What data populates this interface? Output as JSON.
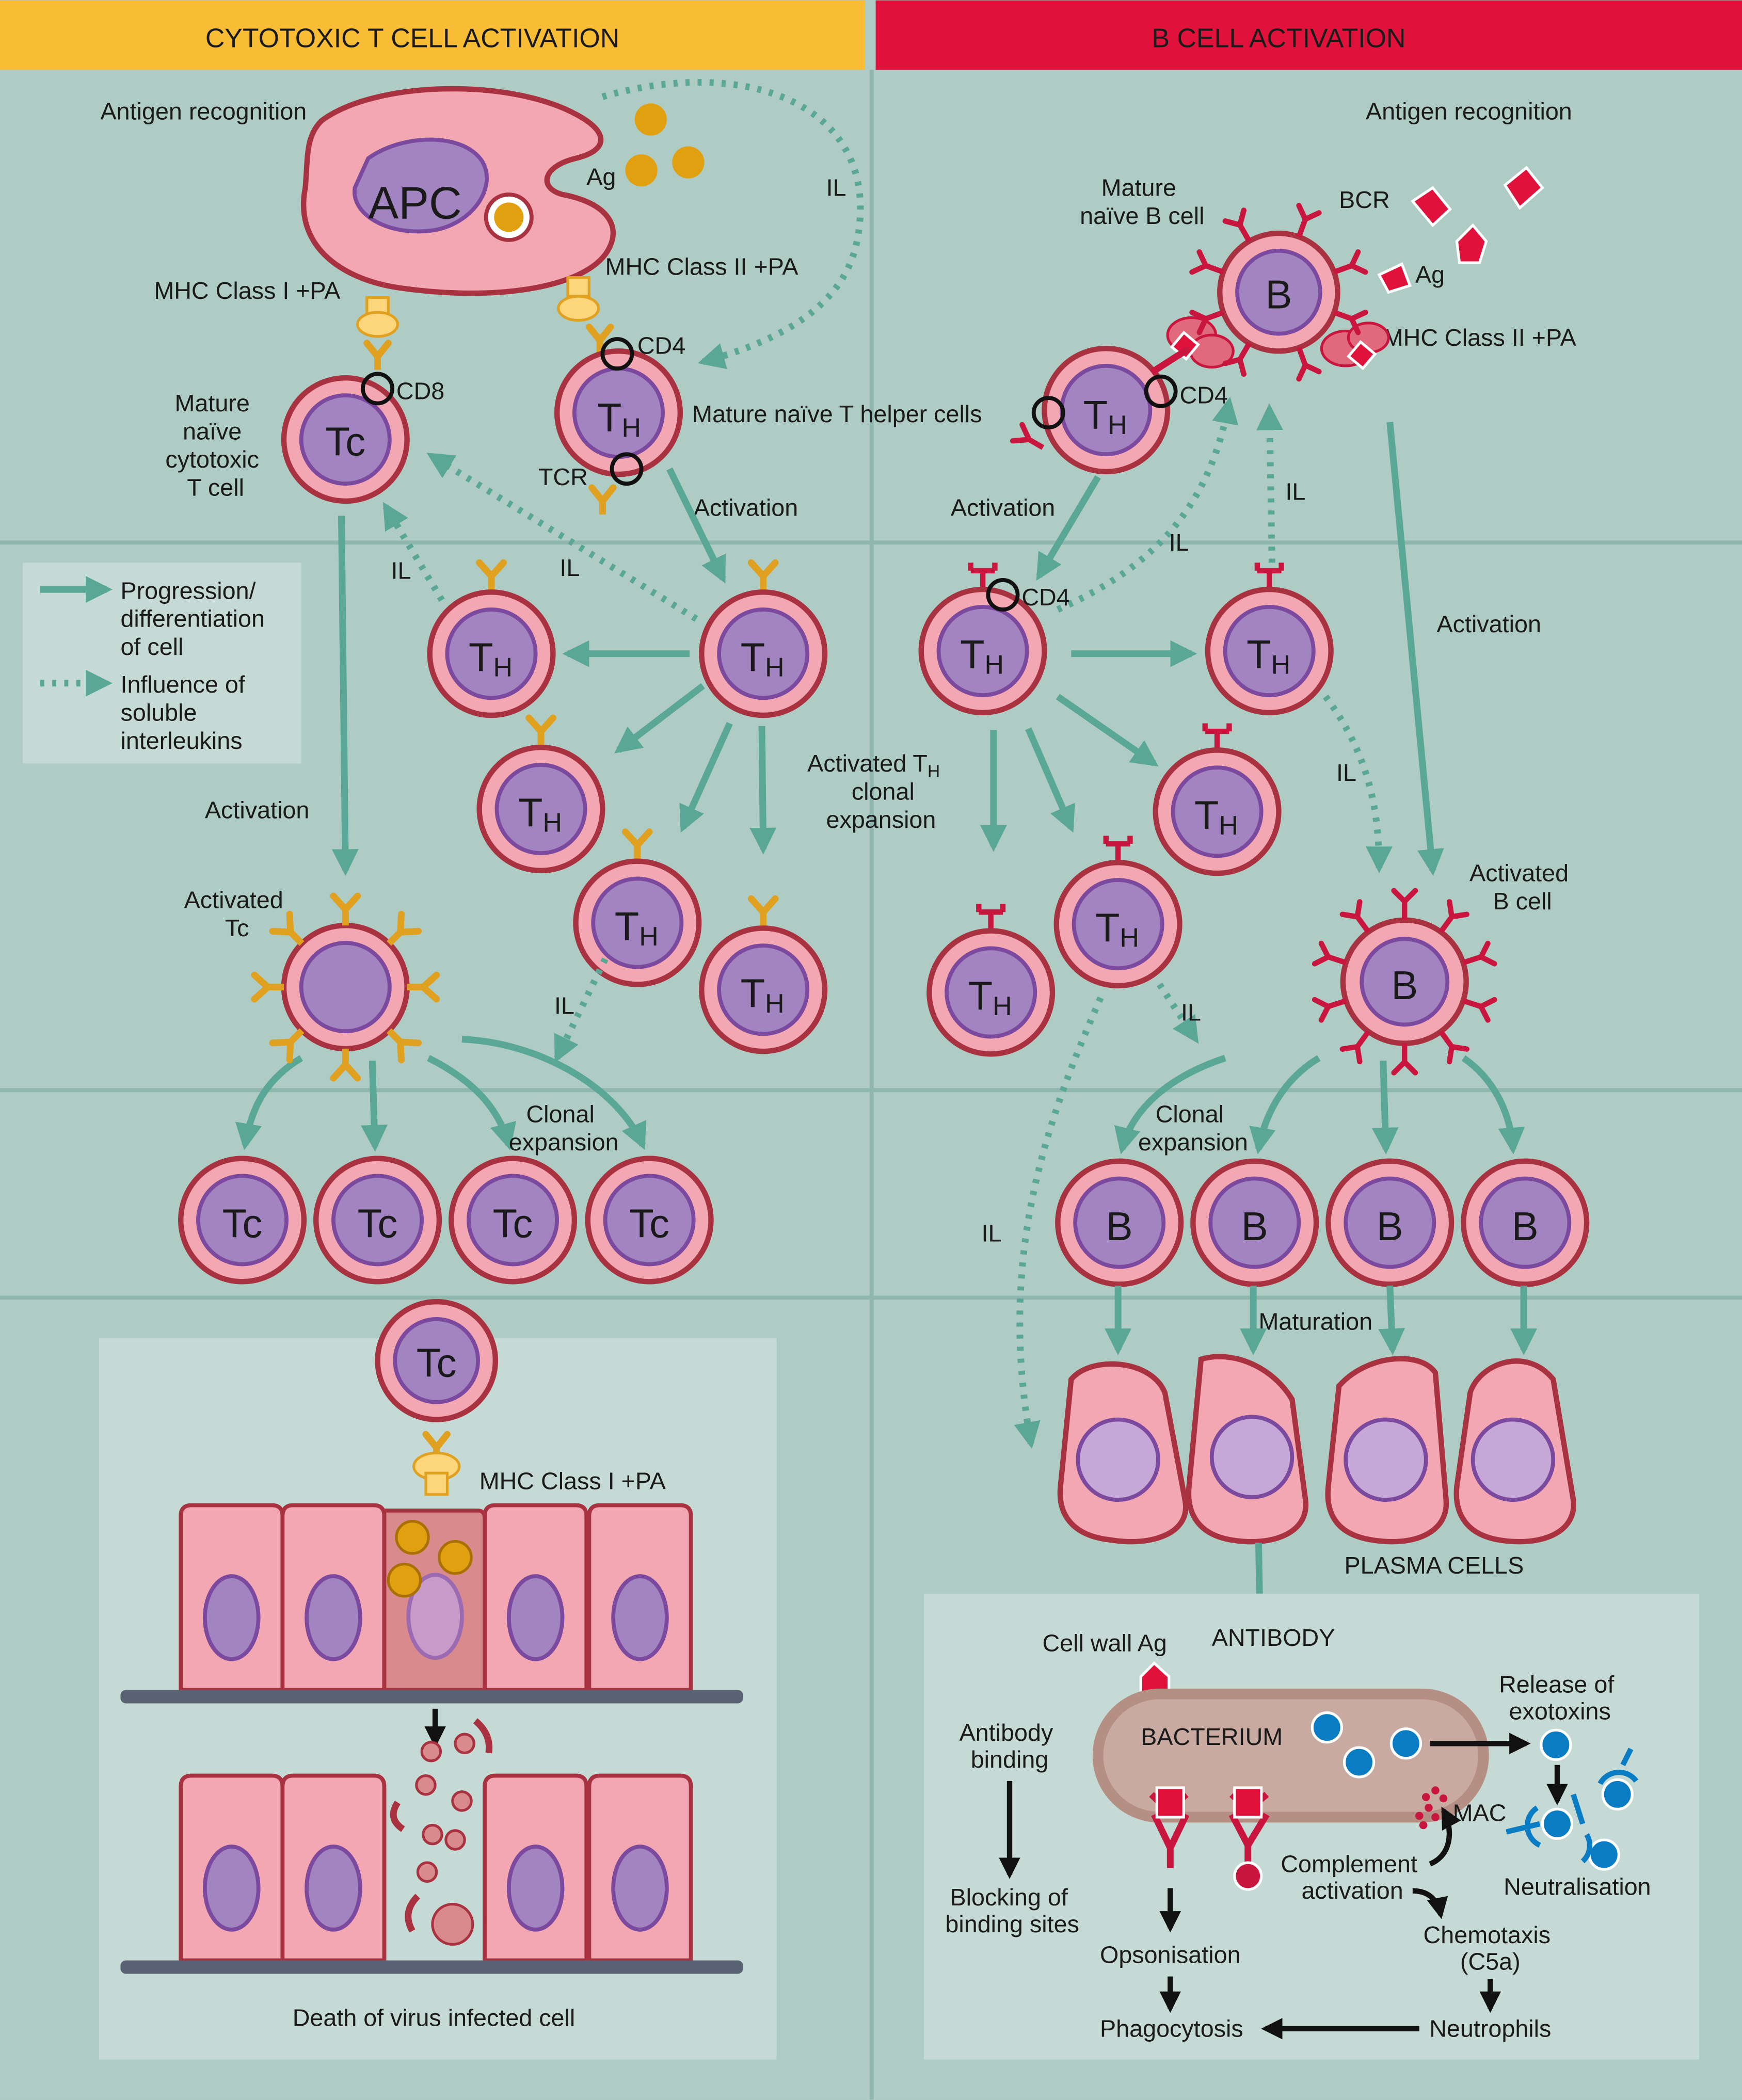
{
  "headers": {
    "left": "CYTOTOXIC T CELL ACTIVATION",
    "right": "B CELL ACTIVATION"
  },
  "colors": {
    "left_header": "#f9bd35",
    "right_header": "#e0123c",
    "panel_bg": "#aecbc4",
    "divider": "#8fb7ae",
    "cell_fill": "#f2a7b2",
    "cell_edge": "#a8323f",
    "nucleus": "#a184c0",
    "nucleus_edge": "#7b4a9e",
    "arrow": "#5aa796",
    "tc_receptor": "#e0a020",
    "b_receptor": "#c9163e",
    "antigen_ball": "#e0a010",
    "bacterium": "#c9aaa1",
    "exotoxin": "#0a7cc4"
  },
  "left": {
    "antigen_recognition": "Antigen recognition",
    "apc": "APC",
    "ag": "Ag",
    "il": "IL",
    "mhc1": "MHC Class I +PA",
    "mhc2": "MHC Class II +PA",
    "cd4": "CD4",
    "cd8": "CD8",
    "tcr": "TCR",
    "mature_tc": [
      "Mature",
      "naïve",
      "cytotoxic",
      "T cell"
    ],
    "mature_th": "Mature naïve T helper cells",
    "activation": "Activation",
    "activated_tc": [
      "Activated",
      "Tc"
    ],
    "clonal": [
      "Clonal",
      "expansion"
    ],
    "tc_symbol": "Tc",
    "th_main": "T",
    "th_sub": "H",
    "mhc1_bottom": "MHC Class I +PA",
    "death": "Death of virus infected cell"
  },
  "legend": {
    "progression": [
      "Progression/",
      "differentiation",
      "of cell"
    ],
    "influence": [
      "Influence of",
      "soluble",
      "interleukins"
    ]
  },
  "right": {
    "antigen_recognition": "Antigen recognition",
    "mature_b": [
      "Mature",
      "naïve B cell"
    ],
    "bcr": "BCR",
    "ag": "Ag",
    "mhc2": "MHC Class II +PA",
    "cd4": "CD4",
    "b_symbol": "B",
    "activation": "Activation",
    "il": "IL",
    "activated_th": [
      "Activated T",
      "clonal",
      "expansion"
    ],
    "activated_th_sub": "H",
    "activated_b": [
      "Activated",
      "B cell"
    ],
    "clonal": [
      "Clonal",
      "expansion"
    ],
    "maturation": "Maturation",
    "plasma": "PLASMA CELLS",
    "antibody": "ANTIBODY",
    "cell_wall_ag": "Cell wall Ag",
    "bacterium": "BACTERIUM",
    "release": [
      "Release of",
      "exotoxins"
    ],
    "antibody_binding": [
      "Antibody",
      "binding"
    ],
    "blocking": [
      "Blocking of",
      "binding sites"
    ],
    "mac": "MAC",
    "complement": [
      "Complement",
      "activation"
    ],
    "neutralisation": "Neutralisation",
    "opsonisation": "Opsonisation",
    "chemotaxis": [
      "Chemotaxis",
      "(C5a)"
    ],
    "phagocytosis": "Phagocytosis",
    "neutrophils": "Neutrophils"
  }
}
